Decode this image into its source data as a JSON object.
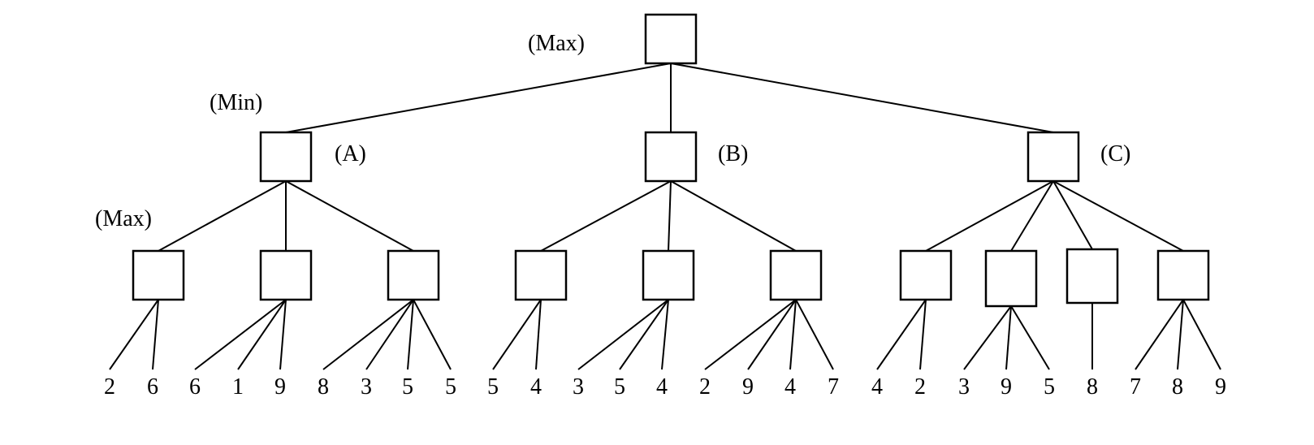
{
  "level_labels": {
    "root": "(Max)",
    "middle": "(Min)",
    "bottom": "(Max)"
  },
  "middle_nodes": [
    {
      "label": "(A)"
    },
    {
      "label": "(B)"
    },
    {
      "label": "(C)"
    }
  ],
  "leaves": [
    [
      "2",
      "6"
    ],
    [
      "6",
      "1",
      "9"
    ],
    [
      "8",
      "3",
      "5",
      "5"
    ],
    [
      "5",
      "4"
    ],
    [
      "3",
      "5",
      "4"
    ],
    [
      "2",
      "9",
      "4",
      "7"
    ],
    [
      "4",
      "2"
    ],
    [
      "3",
      "9",
      "5"
    ],
    [
      "8"
    ],
    [
      "7",
      "8",
      "9"
    ]
  ]
}
